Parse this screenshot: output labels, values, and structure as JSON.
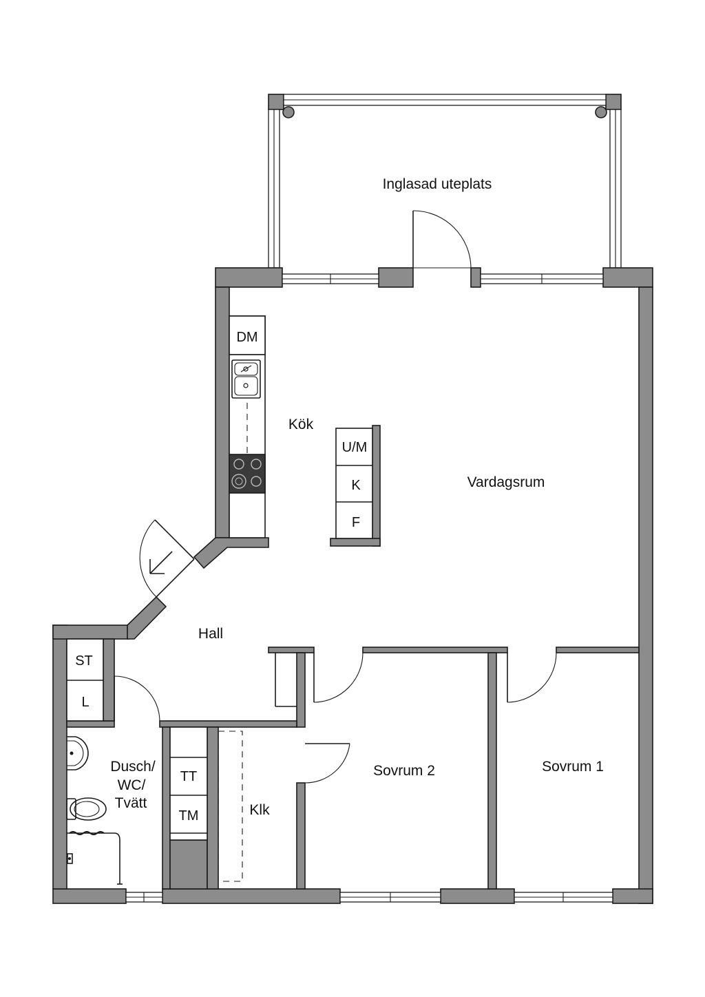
{
  "rooms": {
    "uteplats": "Inglasad uteplats",
    "kok": "Kök",
    "vardagsrum": "Vardagsrum",
    "hall": "Hall",
    "dusch": [
      "Dusch/",
      "WC/",
      "Tvätt"
    ],
    "klk": "Klk",
    "sovrum2": "Sovrum 2",
    "sovrum1": "Sovrum 1"
  },
  "fixtures": {
    "dm": "DM",
    "um": "U/M",
    "k": "K",
    "f": "F",
    "st": "ST",
    "l": "L",
    "tt": "TT",
    "tm": "TM"
  },
  "colors": {
    "wall": "#8c8c8c",
    "line": "#1a1a1a",
    "cooktop": "#3a3a3a",
    "background": "#ffffff"
  }
}
